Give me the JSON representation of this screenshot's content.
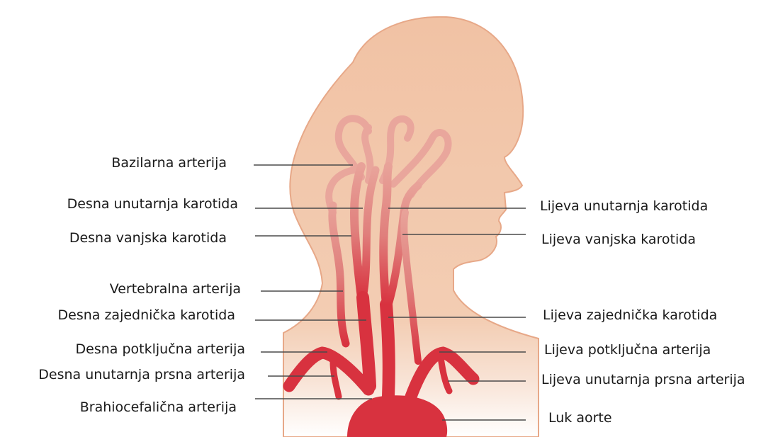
{
  "labels_left": [
    {
      "id": "bazilarna",
      "text": "Bazilarna arterija"
    },
    {
      "id": "desna-unutarnja-karotida",
      "text": "Desna unutarnja karotida"
    },
    {
      "id": "desna-vanjska-karotida",
      "text": "Desna vanjska karotida"
    },
    {
      "id": "vertebralna",
      "text": "Vertebralna arterija"
    },
    {
      "id": "desna-zajednicka-karotida",
      "text": "Desna zajednička karotida"
    },
    {
      "id": "desna-potkljucna",
      "text": "Desna potključna arterija"
    },
    {
      "id": "desna-unutarnja-prsna",
      "text": "Desna unutarnja prsna arterija"
    },
    {
      "id": "brahiocefalicna",
      "text": "Brahiocefalična arterija"
    }
  ],
  "labels_right": [
    {
      "id": "lijeva-unutarnja-karotida",
      "text": "Lijeva unutarnja karotida"
    },
    {
      "id": "lijeva-vanjska-karotida",
      "text": "Lijeva vanjska karotida"
    },
    {
      "id": "lijeva-zajednicka-karotida",
      "text": "Lijeva zajednička karotida"
    },
    {
      "id": "lijeva-potkljucna",
      "text": "Lijeva potključna arterija"
    },
    {
      "id": "lijeva-unutarnja-prsna",
      "text": "Lijeva unutarnja prsna arterija"
    },
    {
      "id": "luk-aorte",
      "text": "Luk aorte"
    }
  ],
  "colors": {
    "skin": "#f2c4a6",
    "skin_outline": "#e39a7a",
    "artery": "#d8323f",
    "artery_faded": "#e99a95",
    "leader": "#4a4a4a"
  }
}
